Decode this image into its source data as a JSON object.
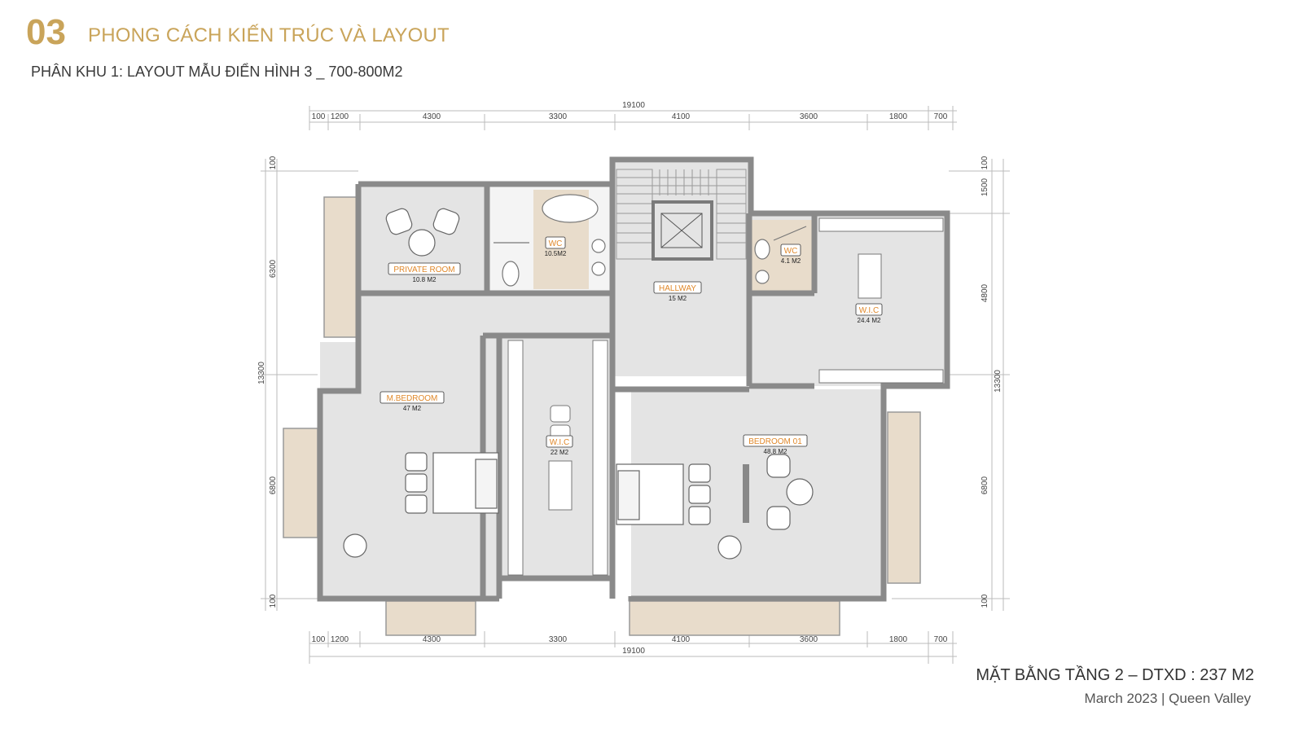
{
  "header": {
    "section_number": "03",
    "section_title": "PHONG CÁCH KIẾN TRÚC VÀ LAYOUT",
    "subtitle": "PHÂN KHU 1: LAYOUT MẪU ĐIỂN HÌNH 3 _ 700-800M2"
  },
  "footer": {
    "plan_title": "MẶT BẰNG TẦNG 2 – DTXD : 237 M2",
    "date_project": "March 2023  |  Queen Valley"
  },
  "dimensions": {
    "top_total": "19100",
    "top_segments": [
      "100",
      "1200",
      "4300",
      "3300",
      "4100",
      "3600",
      "1800",
      "700"
    ],
    "bottom_total": "19100",
    "bottom_segments": [
      "100",
      "1200",
      "4300",
      "3300",
      "4100",
      "3600",
      "1800",
      "700"
    ],
    "left_total": "13300",
    "left_segments": [
      "100",
      "6300",
      "6800",
      "100"
    ],
    "right_total": "13300",
    "right_segments": [
      "100",
      "1500",
      "4800",
      "6800",
      "100"
    ]
  },
  "rooms": {
    "private_room": {
      "name": "PRIVATE ROOM",
      "area": "10.8 M2"
    },
    "wc_1": {
      "name": "WC",
      "area": "10.5M2"
    },
    "hallway": {
      "name": "HALLWAY",
      "area": "15 M2"
    },
    "wc_2": {
      "name": "WC",
      "area": "4.1 M2"
    },
    "wic_1": {
      "name": "W.I.C",
      "area": "24.4 M2"
    },
    "master_bedroom": {
      "name": "M.BEDROOM",
      "area": "47 M2"
    },
    "wic_2": {
      "name": "W.I.C",
      "area": "22 M2"
    },
    "bedroom_01": {
      "name": "BEDROOM 01",
      "area": "48.8 M2"
    }
  },
  "colors": {
    "accent_gold": "#c9a45a",
    "room_fill": "#e4e4e4",
    "wall": "#8a8a8a",
    "balcony": "#e8dccb",
    "label_orange": "#e0882a"
  }
}
